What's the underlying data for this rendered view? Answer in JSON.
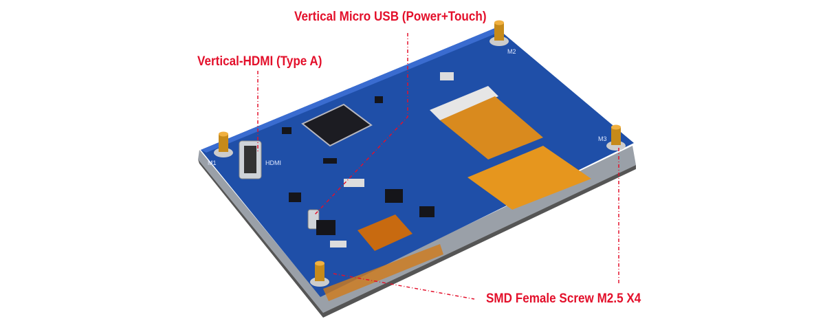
{
  "callouts": {
    "usb": "Vertical Micro USB (Power+Touch)",
    "hdmi": "Vertical-HDMI (Type A)",
    "screws": "SMD Female Screw M2.5 X4"
  },
  "silkscreen": {
    "m1": "M1",
    "m2": "M2",
    "m3": "M3",
    "hdmi": "HDMI"
  },
  "colors": {
    "callout": "#e3102b",
    "pcb": "#1f4fa8",
    "flex": "#d98a1e"
  }
}
